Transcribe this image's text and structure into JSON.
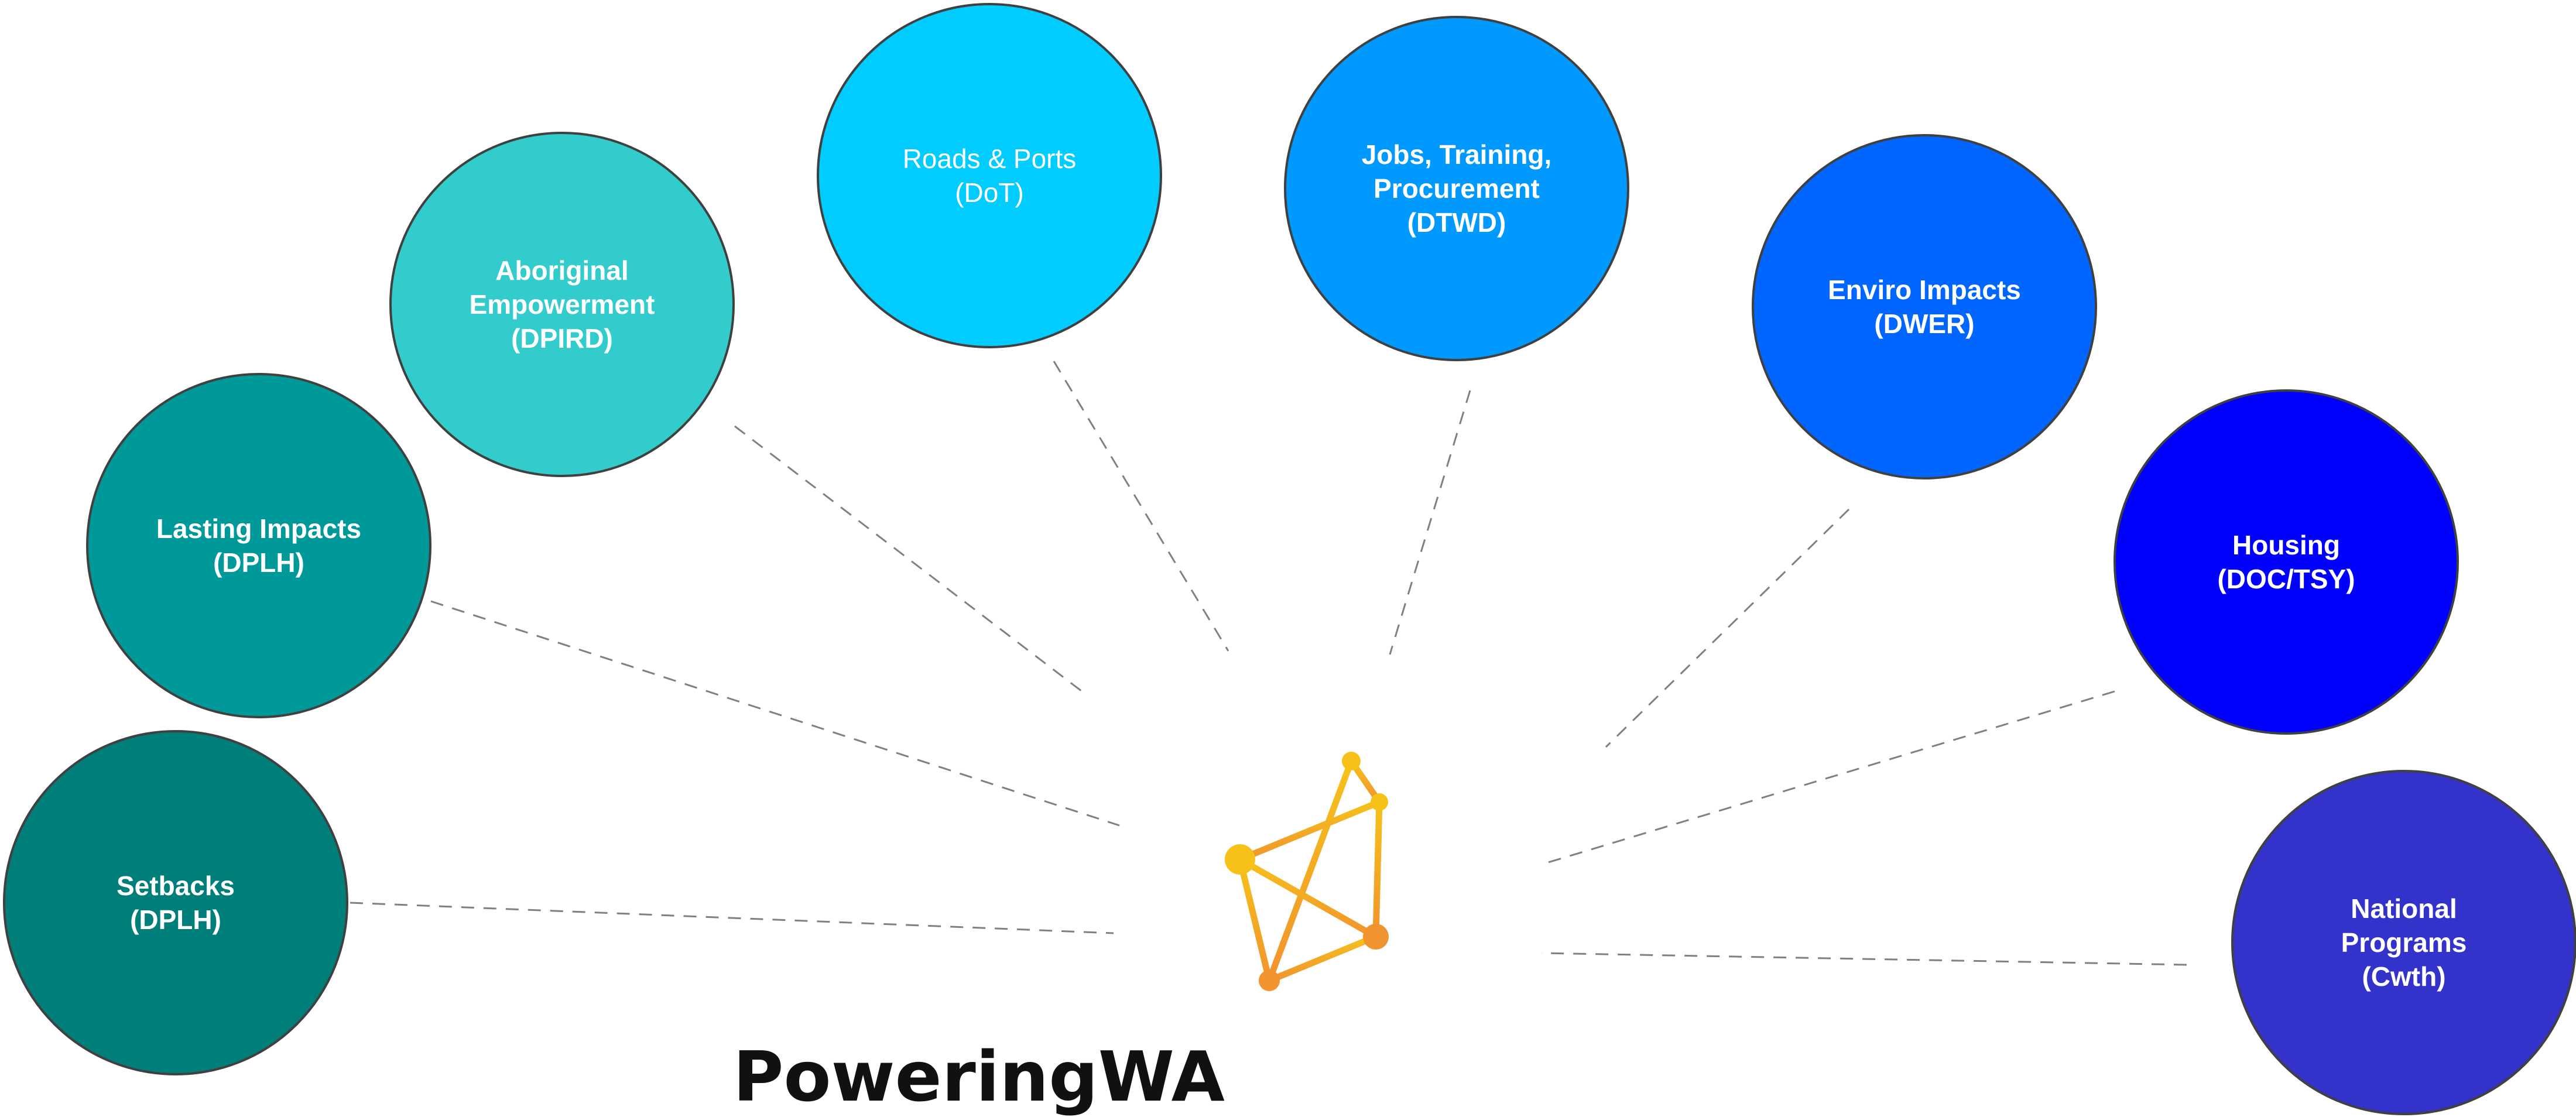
{
  "brand": {
    "name": "PoweringWA",
    "logo_colors": {
      "top": "#F6C21A",
      "bottom": "#F1932E"
    }
  },
  "nodes": [
    {
      "id": "setbacks",
      "lines": [
        "Setbacks",
        "(DPLH)"
      ],
      "color": "#007F7A",
      "weight": "bold"
    },
    {
      "id": "lasting-impacts",
      "lines": [
        "Lasting Impacts",
        "(DPLH)"
      ],
      "color": "#00999A",
      "weight": "bold"
    },
    {
      "id": "aboriginal-empowerment",
      "lines": [
        "Aboriginal",
        "Empowerment",
        "(DPIRD)"
      ],
      "color": "#33CCCC",
      "weight": "bold"
    },
    {
      "id": "roads-ports",
      "lines": [
        "Roads & Ports",
        "(DoT)"
      ],
      "color": "#00CCFF",
      "weight": "normal"
    },
    {
      "id": "jobs-training",
      "lines": [
        "Jobs, Training,",
        "Procurement",
        "(DTWD)"
      ],
      "color": "#0099FF",
      "weight": "bold"
    },
    {
      "id": "enviro-impacts",
      "lines": [
        "Enviro Impacts",
        "(DWER)"
      ],
      "color": "#0066FF",
      "weight": "bold"
    },
    {
      "id": "housing",
      "lines": [
        "Housing",
        "(DOC/TSY)"
      ],
      "color": "#0000FF",
      "weight": "bold"
    },
    {
      "id": "national-programs",
      "lines": [
        "National",
        "Programs",
        "(Cwth)"
      ],
      "color": "#3333CC",
      "weight": "bold"
    }
  ]
}
